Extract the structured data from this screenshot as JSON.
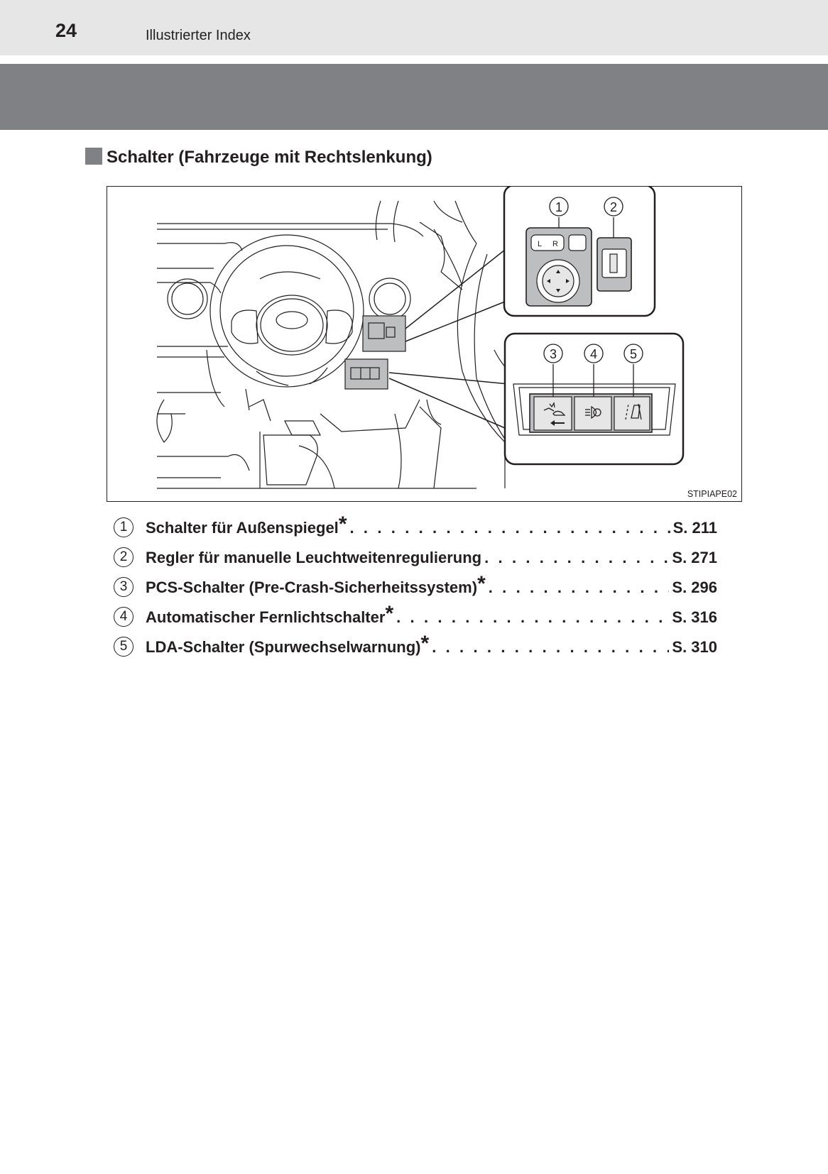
{
  "header": {
    "page_number": "24",
    "title": "Illustrierter Index"
  },
  "section": {
    "title": "Schalter (Fahrzeuge mit Rechtslenkung)"
  },
  "figure": {
    "code": "STIPIAPE02",
    "callouts": [
      "1",
      "2",
      "3",
      "4",
      "5"
    ],
    "mirror_switch_labels": {
      "left": "L",
      "right": "R"
    },
    "button_icons": [
      "pcs-icon",
      "auto-high-beam-icon",
      "lane-departure-icon"
    ]
  },
  "items": [
    {
      "number": "1",
      "label": "Schalter für Außenspiegel",
      "asterisk": "*",
      "page": "S. 211"
    },
    {
      "number": "2",
      "label": "Regler für manuelle Leuchtweitenregulierung",
      "asterisk": "",
      "page": "S. 271"
    },
    {
      "number": "3",
      "label": "PCS-Schalter (Pre-Crash-Sicherheitssystem)",
      "asterisk": "*",
      "page": "S. 296"
    },
    {
      "number": "4",
      "label": "Automatischer Fernlichtschalter",
      "asterisk": "*",
      "page": "S. 316"
    },
    {
      "number": "5",
      "label": "LDA-Schalter (Spurwechselwarnung)",
      "asterisk": "*",
      "page": "S. 310"
    }
  ]
}
